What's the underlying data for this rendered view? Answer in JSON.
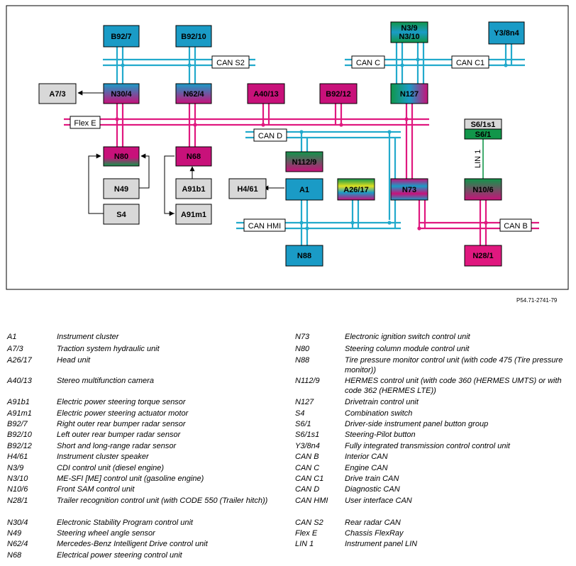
{
  "reference": "P54.71-2741-79",
  "colors": {
    "blue": "#1a9bc6",
    "magenta": "#c8117a",
    "gray": "#d8d8d8",
    "green": "#11964a",
    "line_blue": "#22aacc",
    "line_pink": "#e0187f"
  },
  "buses": {
    "can_s2": "CAN S2",
    "can_c": "CAN C",
    "can_c1": "CAN C1",
    "flex_e": "Flex E",
    "can_d": "CAN D",
    "can_hmi": "CAN HMI",
    "can_b": "CAN B",
    "lin1": "LIN 1"
  },
  "components": {
    "b92_7": "B92/7",
    "b92_10": "B92/10",
    "n3_9": "N3/9",
    "n3_10": "N3/10",
    "y3_8n4": "Y3/8n4",
    "a7_3": "A7/3",
    "n30_4": "N30/4",
    "n62_4": "N62/4",
    "a40_13": "A40/13",
    "b92_12": "B92/12",
    "n127": "N127",
    "s6_1s1": "S6/1s1",
    "s6_1": "S6/1",
    "n80": "N80",
    "n68": "N68",
    "n112_9": "N112/9",
    "n49": "N49",
    "a91b1": "A91b1",
    "h4_61": "H4/61",
    "a1": "A1",
    "a26_17": "A26/17",
    "n73": "N73",
    "n10_6": "N10/6",
    "s4": "S4",
    "a91m1": "A91m1",
    "n88": "N88",
    "n28_1": "N28/1"
  },
  "legend_left": [
    {
      "code": "A1",
      "desc": "Instrument cluster"
    },
    {
      "code": "A7/3",
      "desc": "Traction system hydraulic unit"
    },
    {
      "code": "A26/17",
      "desc": "Head unit"
    },
    {
      "code": "A40/13",
      "desc": "Stereo multifunction camera"
    },
    {
      "code": "A91b1",
      "desc": "Electric power steering torque sensor"
    },
    {
      "code": "A91m1",
      "desc": "Electric power steering actuator motor"
    },
    {
      "code": "B92/7",
      "desc": "Right outer rear bumper radar sensor"
    },
    {
      "code": "B92/10",
      "desc": "Left outer rear bumper radar sensor"
    },
    {
      "code": "B92/12",
      "desc": "Short and long-range radar sensor"
    },
    {
      "code": "H4/61",
      "desc": "Instrument cluster speaker"
    },
    {
      "code": "N3/9",
      "desc": "CDI control unit (diesel engine)"
    },
    {
      "code": "N3/10",
      "desc": "ME-SFI [ME] control unit (gasoline engine)"
    },
    {
      "code": "N10/6",
      "desc": "Front SAM control unit"
    },
    {
      "code": "N28/1",
      "desc": "Trailer recognition control unit (with CODE 550 (Trailer hitch))"
    },
    {
      "code": "N30/4",
      "desc": "Electronic Stability Program control unit"
    },
    {
      "code": "N49",
      "desc": "Steering wheel angle sensor"
    },
    {
      "code": "N62/4",
      "desc": "Mercedes-Benz Intelligent Drive control unit"
    },
    {
      "code": "N68",
      "desc": "Electrical power steering control unit"
    }
  ],
  "legend_right": [
    {
      "code": "N73",
      "desc": "Electronic ignition switch control unit"
    },
    {
      "code": "N80",
      "desc": "Steering column module control unit"
    },
    {
      "code": "N88",
      "desc": "Tire pressure monitor control unit (with code 475 (Tire pressure monitor))"
    },
    {
      "code": "N112/9",
      "desc": "HERMES control unit (with code 360 (HERMES UMTS) or with code 362 (HERMES LTE))"
    },
    {
      "code": "N127",
      "desc": "Drivetrain control unit"
    },
    {
      "code": "S4",
      "desc": "Combination switch"
    },
    {
      "code": "S6/1",
      "desc": "Driver-side instrument panel button group"
    },
    {
      "code": "S6/1s1",
      "desc": "Steering-Pilot button"
    },
    {
      "code": "Y3/8n4",
      "desc": "Fully integrated transmission control control unit"
    },
    {
      "code": "CAN B",
      "desc": "Interior CAN"
    },
    {
      "code": "CAN C",
      "desc": "Engine CAN"
    },
    {
      "code": "CAN C1",
      "desc": "Drive train CAN"
    },
    {
      "code": "CAN D",
      "desc": "Diagnostic CAN"
    },
    {
      "code": "CAN HMI",
      "desc": "User interface CAN"
    },
    {
      "code": "CAN S2",
      "desc": "Rear radar CAN"
    },
    {
      "code": "Flex E",
      "desc": "Chassis FlexRay"
    },
    {
      "code": "LIN 1",
      "desc": "Instrument panel LIN"
    }
  ]
}
